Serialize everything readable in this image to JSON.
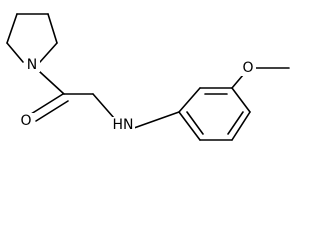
{
  "molecule": {
    "atoms": {
      "nitrogen_ring": "N",
      "carbonyl_oxygen": "O",
      "amine": "HN",
      "methoxy_oxygen": "O"
    }
  }
}
